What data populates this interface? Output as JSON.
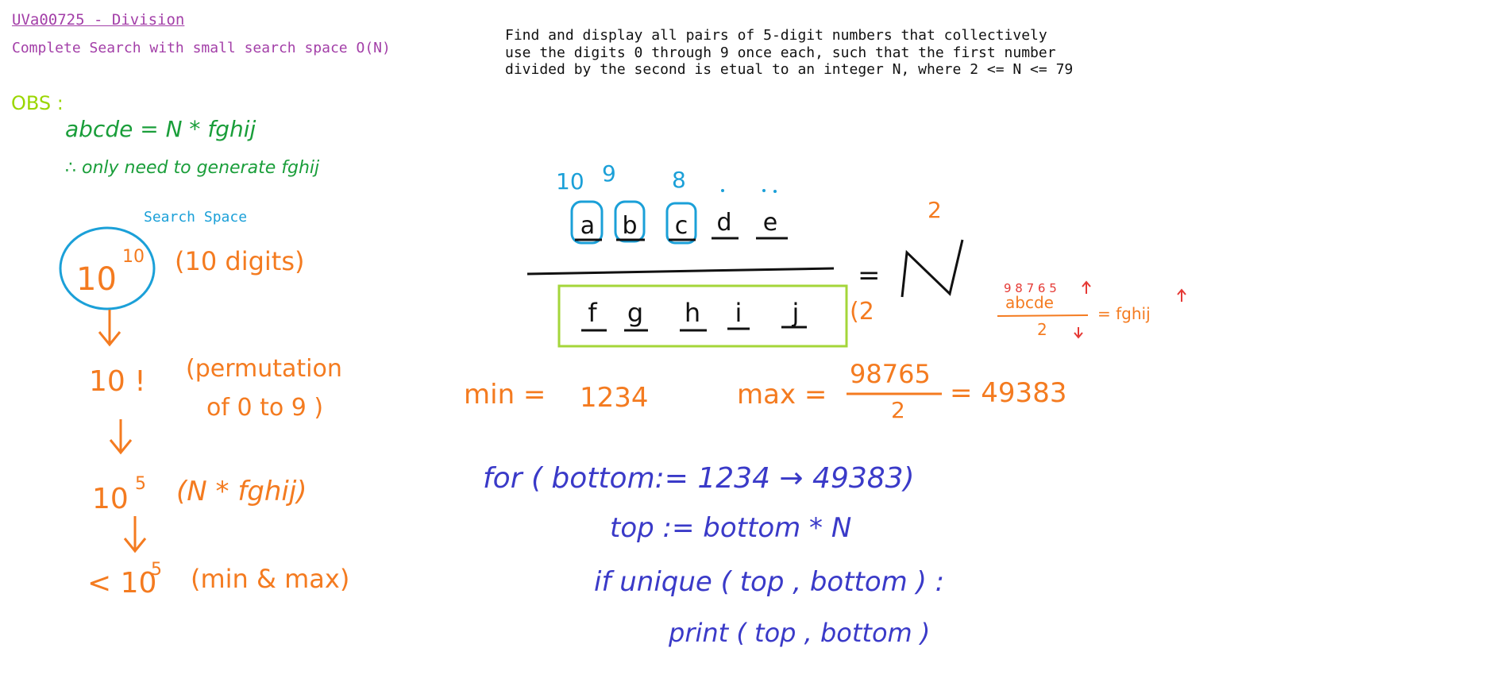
{
  "header": {
    "title": "UVa00725 - Division",
    "subtitle": "Complete Search with small search space O(N)"
  },
  "problem": {
    "lines": [
      "Find and display all pairs of 5-digit numbers that collectively",
      "use the digits 0 through 9 once each, such that the first number",
      "divided by the second is etual to an integer N, where 2 <= N <= 79"
    ]
  },
  "obs": {
    "label": "OBS :",
    "line1": "abcde = N * fghij",
    "line2": "∴ only need to generate fghij"
  },
  "search_space": {
    "label": "Search Space",
    "step1_base": "10",
    "step1_exp": "10",
    "step1_note": "(10 digits)",
    "step2": "10 !",
    "step2_note_a": "(permutation",
    "step2_note_b": "of 0 to 9 )",
    "step3_base": "10",
    "step3_exp": "5",
    "step3_note": "(N * fghij)",
    "step4_base": "< 10",
    "step4_exp": "5",
    "step4_note": "(min & max)"
  },
  "fraction": {
    "top_letters": [
      "a",
      "b",
      "c",
      "d",
      "e"
    ],
    "bottom_letters": [
      "f",
      "g",
      "h",
      "i",
      "j"
    ],
    "digit_hints": [
      "10",
      "9",
      "8"
    ],
    "n_label": "N",
    "equals": "=",
    "n_value": "2",
    "side_top_digits": "9 8   7 6 5",
    "side_top": "abcde",
    "side_bottom": "2",
    "side_result": "= fghij"
  },
  "bounds": {
    "min_label": "min =",
    "min_value": "1234",
    "max_label": "max =",
    "max_numerator": "98765",
    "max_denominator": "2",
    "max_result": "= 49383"
  },
  "pseudocode": {
    "line1": "for ( bottom:= 1234  → 49383)",
    "line2": "top := bottom * N",
    "line3": "if   unique ( top , bottom ) :",
    "line4": "print ( top , bottom )"
  },
  "colors": {
    "title": "#a33fa8",
    "obs_label": "#9ad600",
    "obs_text": "#1a9e3a",
    "search_label": "#1ba0d8",
    "orange": "#f47b20",
    "blue_code": "#3a3ac8",
    "box_green": "#a4d63a",
    "circle_blue": "#1ba0d8",
    "red": "#e53935",
    "black": "#111111"
  }
}
